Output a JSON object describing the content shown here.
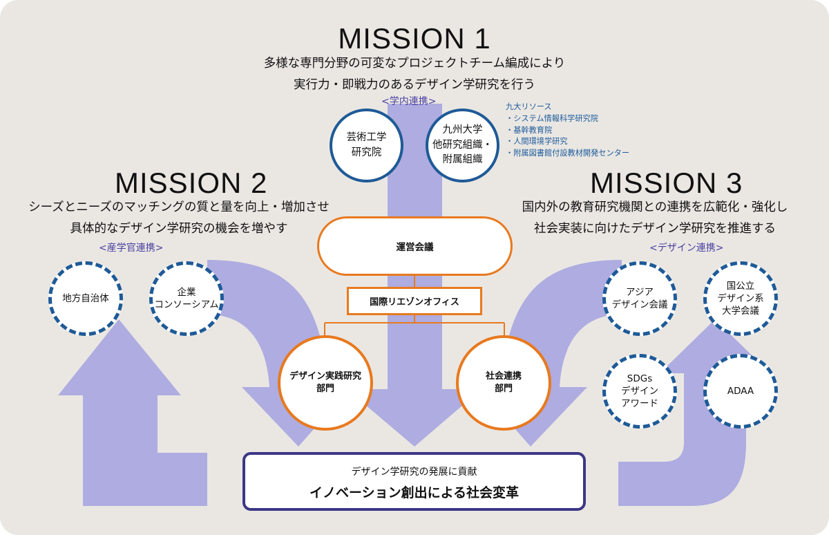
{
  "mission1": {
    "title": "MISSION 1",
    "line1": "多様な専門分野の可変なプロジェクトチーム編成により",
    "line2": "実行力・即戦力のあるデザイン学研究を行う",
    "collab": "<学内連携>"
  },
  "mission2": {
    "title": "MISSION 2",
    "line1": "シーズとニーズのマッチングの質と量を向上・増加させ",
    "line2": "具体的なデザイン学研究の機会を増やす",
    "collab": "<産学官連携>"
  },
  "mission3": {
    "title": "MISSION 3",
    "line1": "国内外の教育研究機関との連携を広範化・強化し",
    "line2": "社会実装に向けたデザイン学研究を推進する",
    "collab": "<デザイン連携>"
  },
  "resources": {
    "title": "九大リソース",
    "items": [
      "・システム情報科学研究院",
      "・基幹教育院",
      "・人間環境学研究",
      "・附属図書館付設教材開発センター"
    ]
  },
  "internal_nodes": {
    "geijutsu": [
      "芸術工学",
      "研究院"
    ],
    "kyudai": [
      "九州大学",
      "他研究組織・",
      "附属組織"
    ]
  },
  "industry_nodes": {
    "local_gov": "地方自治体",
    "consortium": [
      "企業",
      "コンソーシアム"
    ]
  },
  "design_nodes": {
    "asia": [
      "アジア",
      "デザイン会議"
    ],
    "national": [
      "国公立",
      "デザイン系",
      "大学会議"
    ],
    "sdgs": [
      "SDGs",
      "デザイン",
      "アワード"
    ],
    "adaa": "ADAA"
  },
  "org": {
    "council": "運営会議",
    "office": "国際リエゾンオフィス",
    "practice_dept": [
      "デザイン実践研究",
      "部門"
    ],
    "social_dept": [
      "社会連携",
      "部門"
    ]
  },
  "goal": {
    "line1": "デザイン学研究の発展に貢献",
    "line2": "イノベーション創出による社会変革"
  },
  "colors": {
    "panel": "#eae7e3",
    "arrow": "#aeace0",
    "blue_border": "#1e5a97",
    "orange_border": "#e8791e",
    "goal_border": "#3d3786"
  }
}
